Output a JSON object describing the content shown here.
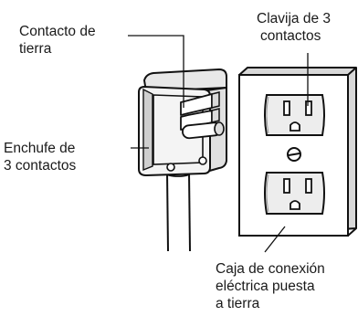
{
  "labels": {
    "contacto_line1": "Contacto de",
    "contacto_line2": "tierra",
    "clavija_line1": "Clavija de 3",
    "clavija_line2": "contactos",
    "enchufe_line1": "Enchufe de",
    "enchufe_line2": "3 contactos",
    "caja_line1": "Caja de conexión",
    "caja_line2": "eléctrica puesta",
    "caja_line3": "a tierra"
  }
}
